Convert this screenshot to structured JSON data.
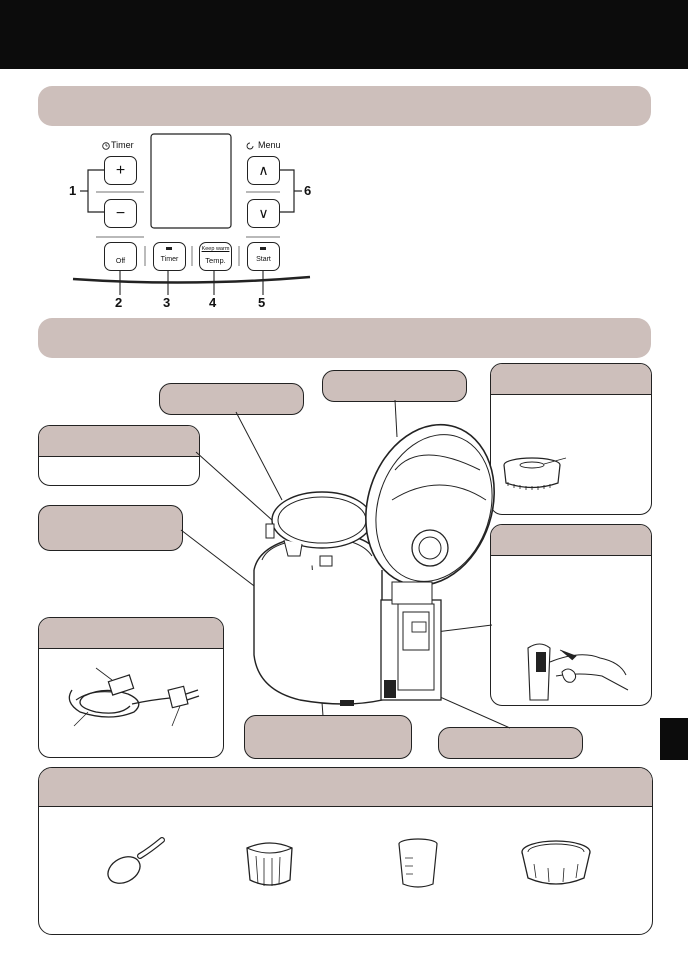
{
  "control_panel": {
    "timer_label": "Timer",
    "menu_label": "Menu",
    "plus_symbol": "+",
    "minus_symbol": "−",
    "up_symbol": "∧",
    "down_symbol": "∨",
    "off_label": "Off",
    "timer_key_label": "Timer",
    "keep_warm_label": "Keep warm",
    "temp_label": "Temp.",
    "start_label": "Start",
    "callout_numbers": [
      "1",
      "2",
      "3",
      "4",
      "5",
      "6"
    ]
  },
  "colors": {
    "header_bar": "#0c0c0c",
    "section_band": "#cdbfbb",
    "callout_fill": "#cdbfbb",
    "outline": "#222222"
  },
  "icons": [
    "clock-icon",
    "menu-icon",
    "spoon-icon",
    "steam-basket-icon",
    "measuring-cup-icon",
    "steaming-tray-icon",
    "power-cord-icon"
  ]
}
